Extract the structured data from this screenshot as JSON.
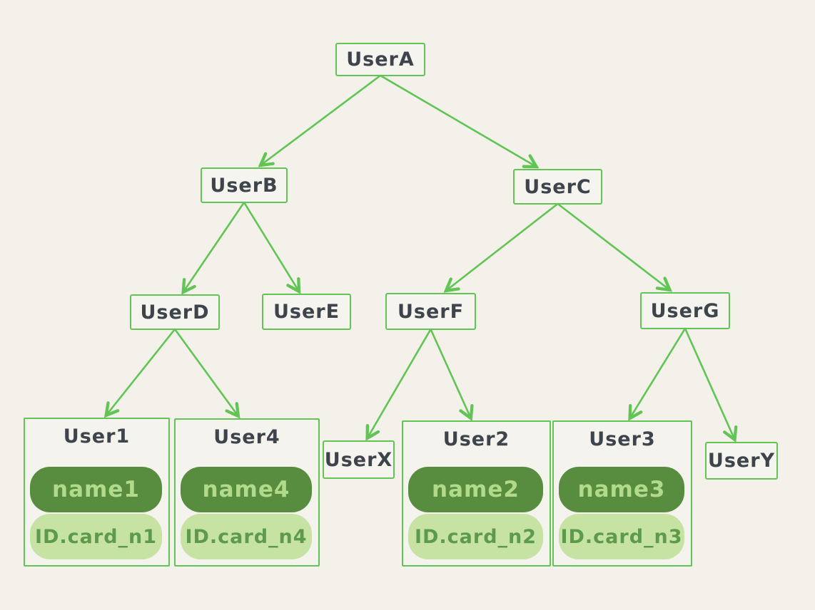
{
  "diagram": {
    "colors": {
      "background": "#f3f1ea",
      "accent_green": "#61c454",
      "text_dark": "#3e444b",
      "badge_dark_bg": "#588d40",
      "badge_dark_text": "#b2da8b",
      "badge_light_bg": "#c6e3a4",
      "badge_light_text": "#5d9b4b"
    },
    "nodes": {
      "userA": {
        "label": "UserA"
      },
      "userB": {
        "label": "UserB"
      },
      "userC": {
        "label": "UserC"
      },
      "userD": {
        "label": "UserD"
      },
      "userE": {
        "label": "UserE"
      },
      "userF": {
        "label": "UserF"
      },
      "userG": {
        "label": "UserG"
      },
      "userX": {
        "label": "UserX"
      },
      "userY": {
        "label": "UserY"
      }
    },
    "cards": {
      "user1": {
        "title": "User1",
        "name": "name1",
        "id_card": "ID.card_n1"
      },
      "user4": {
        "title": "User4",
        "name": "name4",
        "id_card": "ID.card_n4"
      },
      "user2": {
        "title": "User2",
        "name": "name2",
        "id_card": "ID.card_n2"
      },
      "user3": {
        "title": "User3",
        "name": "name3",
        "id_card": "ID.card_n3"
      }
    },
    "edges": [
      [
        "userA",
        "userB"
      ],
      [
        "userA",
        "userC"
      ],
      [
        "userB",
        "userD"
      ],
      [
        "userB",
        "userE"
      ],
      [
        "userC",
        "userF"
      ],
      [
        "userC",
        "userG"
      ],
      [
        "userD",
        "user1"
      ],
      [
        "userD",
        "user4"
      ],
      [
        "userF",
        "userX"
      ],
      [
        "userF",
        "user2"
      ],
      [
        "userG",
        "user3"
      ],
      [
        "userG",
        "userY"
      ]
    ]
  }
}
